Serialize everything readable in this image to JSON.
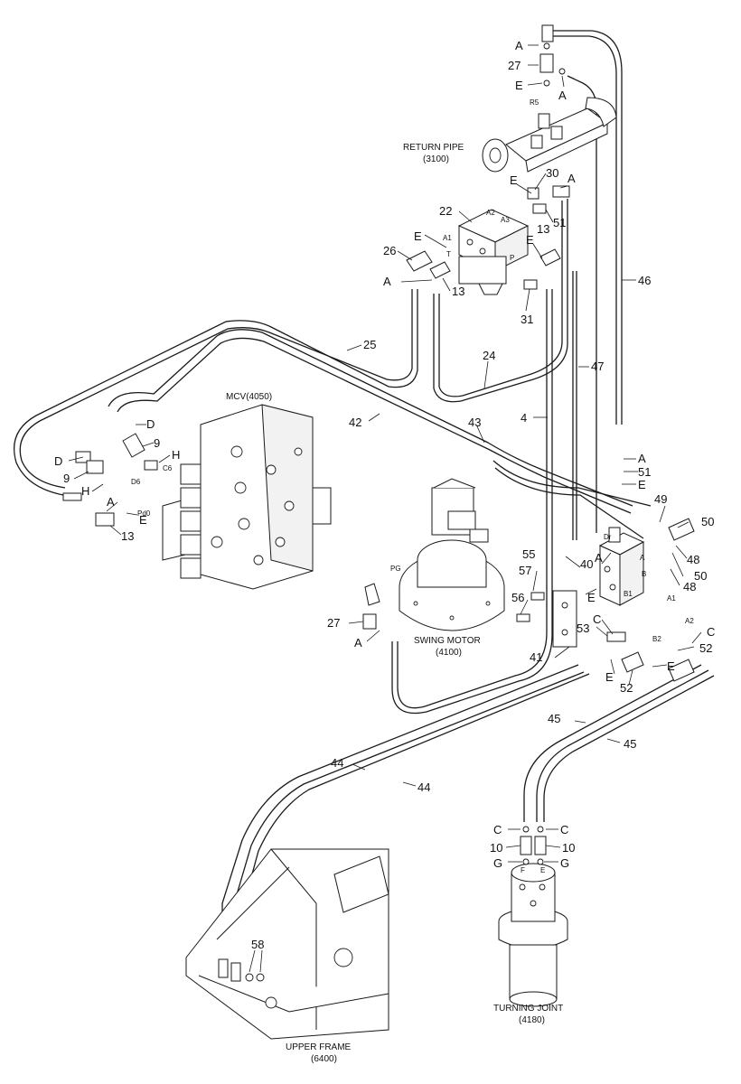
{
  "components": {
    "return_pipe": {
      "name": "RETURN PIPE",
      "code": "(3100)"
    },
    "mcv": {
      "label": "MCV(4050)"
    },
    "swing_motor": {
      "name": "SWING MOTOR",
      "code": "(4100)"
    },
    "turning_joint": {
      "name": "TURNING JOINT",
      "code": "(4180)"
    },
    "upper_frame": {
      "name": "UPPER FRAME",
      "code": "(6400)"
    }
  },
  "ports": {
    "r5": "R5",
    "a1": "A1",
    "a2": "A2",
    "a3": "A3",
    "t": "T",
    "p": "P",
    "c6": "C6",
    "d6": "D6",
    "pd0": "Pd0",
    "pg": "PG",
    "dr": "Dr",
    "a": "A",
    "b": "B",
    "b1": "B1",
    "b2": "B2",
    "a1b": "A1",
    "a2b": "A2",
    "f": "F",
    "e": "E"
  },
  "callouts": [
    {
      "id": "c-a1",
      "text": "A"
    },
    {
      "id": "c-27a",
      "text": "27"
    },
    {
      "id": "c-a2",
      "text": "A"
    },
    {
      "id": "c-e1",
      "text": "E"
    },
    {
      "id": "c-30",
      "text": "30"
    },
    {
      "id": "c-a3",
      "text": "A"
    },
    {
      "id": "c-e2",
      "text": "E"
    },
    {
      "id": "c-22",
      "text": "22"
    },
    {
      "id": "c-51a",
      "text": "51"
    },
    {
      "id": "c-13a",
      "text": "13"
    },
    {
      "id": "c-e3",
      "text": "E"
    },
    {
      "id": "c-e4",
      "text": "E"
    },
    {
      "id": "c-26",
      "text": "26"
    },
    {
      "id": "c-a4",
      "text": "A"
    },
    {
      "id": "c-13b",
      "text": "13"
    },
    {
      "id": "c-31",
      "text": "31"
    },
    {
      "id": "c-46",
      "text": "46"
    },
    {
      "id": "c-25",
      "text": "25"
    },
    {
      "id": "c-24",
      "text": "24"
    },
    {
      "id": "c-47",
      "text": "47"
    },
    {
      "id": "c-4",
      "text": "4"
    },
    {
      "id": "c-42",
      "text": "42"
    },
    {
      "id": "c-43",
      "text": "43"
    },
    {
      "id": "c-d1",
      "text": "D"
    },
    {
      "id": "c-9a",
      "text": "9"
    },
    {
      "id": "c-h1",
      "text": "H"
    },
    {
      "id": "c-d2",
      "text": "D"
    },
    {
      "id": "c-9b",
      "text": "9"
    },
    {
      "id": "c-h2",
      "text": "H"
    },
    {
      "id": "c-a5",
      "text": "A"
    },
    {
      "id": "c-e5",
      "text": "E"
    },
    {
      "id": "c-13c",
      "text": "13"
    },
    {
      "id": "c-a6",
      "text": "A"
    },
    {
      "id": "c-51b",
      "text": "51"
    },
    {
      "id": "c-e6",
      "text": "E"
    },
    {
      "id": "c-49",
      "text": "49"
    },
    {
      "id": "c-50a",
      "text": "50"
    },
    {
      "id": "c-48a",
      "text": "48"
    },
    {
      "id": "c-50b",
      "text": "50"
    },
    {
      "id": "c-48b",
      "text": "48"
    },
    {
      "id": "c-40",
      "text": "40"
    },
    {
      "id": "c-a7",
      "text": "A"
    },
    {
      "id": "c-55",
      "text": "55"
    },
    {
      "id": "c-57",
      "text": "57"
    },
    {
      "id": "c-56",
      "text": "56"
    },
    {
      "id": "c-e7",
      "text": "E"
    },
    {
      "id": "c-c1",
      "text": "C"
    },
    {
      "id": "c-53",
      "text": "53"
    },
    {
      "id": "c-c2",
      "text": "C"
    },
    {
      "id": "c-52a",
      "text": "52"
    },
    {
      "id": "c-41",
      "text": "41"
    },
    {
      "id": "c-e8",
      "text": "E"
    },
    {
      "id": "c-52b",
      "text": "52"
    },
    {
      "id": "c-e9",
      "text": "E"
    },
    {
      "id": "c-27b",
      "text": "27"
    },
    {
      "id": "c-a8",
      "text": "A"
    },
    {
      "id": "c-45a",
      "text": "45"
    },
    {
      "id": "c-45b",
      "text": "45"
    },
    {
      "id": "c-44a",
      "text": "44"
    },
    {
      "id": "c-44b",
      "text": "44"
    },
    {
      "id": "c-c3",
      "text": "C"
    },
    {
      "id": "c-c4",
      "text": "C"
    },
    {
      "id": "c-10a",
      "text": "10"
    },
    {
      "id": "c-10b",
      "text": "10"
    },
    {
      "id": "c-g1",
      "text": "G"
    },
    {
      "id": "c-g2",
      "text": "G"
    },
    {
      "id": "c-58",
      "text": "58"
    }
  ]
}
